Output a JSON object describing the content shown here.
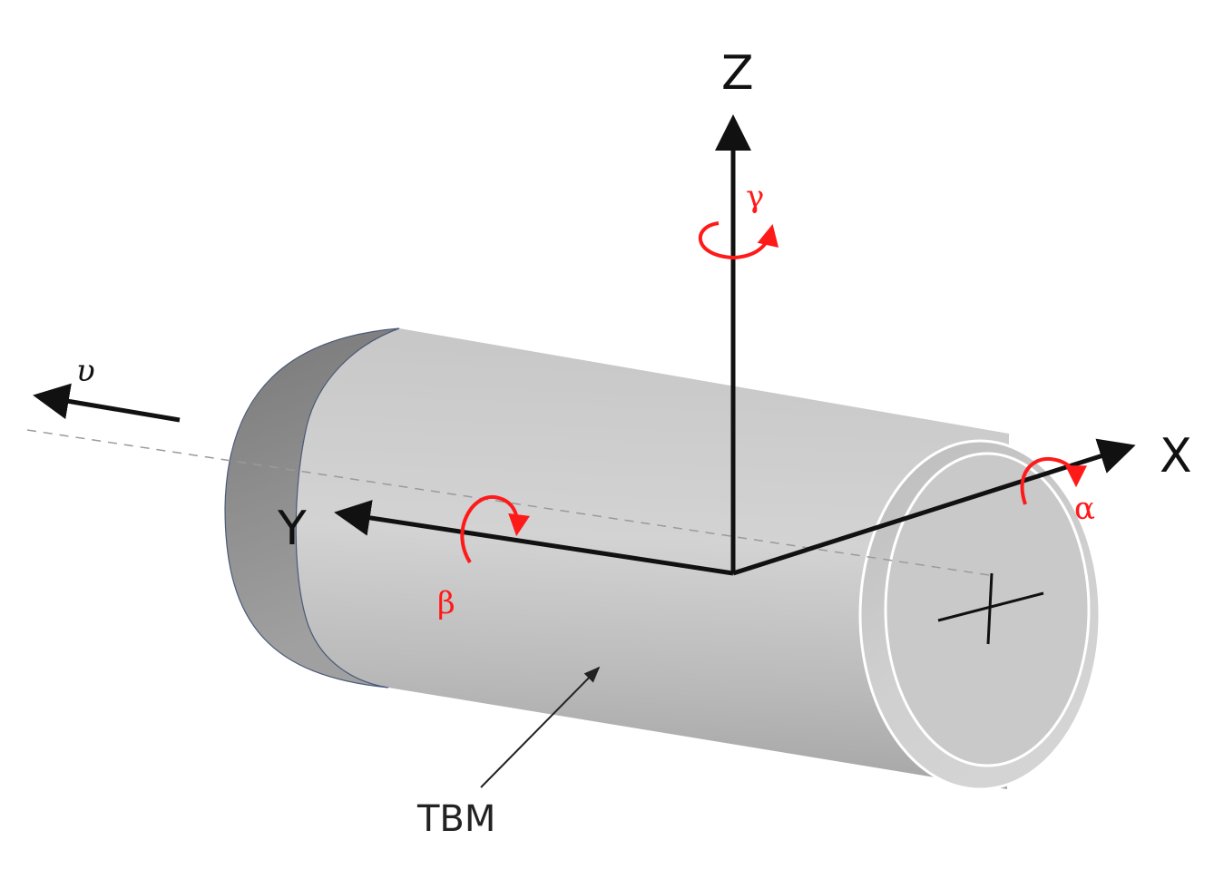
{
  "labels": {
    "z_axis": "Z",
    "x_axis": "X",
    "y_axis": "Y",
    "alpha": "α",
    "beta": "β",
    "gamma": "γ",
    "velocity": "υ",
    "callout": "TBM"
  },
  "colors": {
    "axis": "#111111",
    "rotation": "#ff1a1a",
    "body_light": "#d2d2d2",
    "body_dark": "#9c9c9c",
    "front_cap": "#8a8a8a",
    "rim": "#ffffff",
    "centerline": "#9a9a9a"
  }
}
